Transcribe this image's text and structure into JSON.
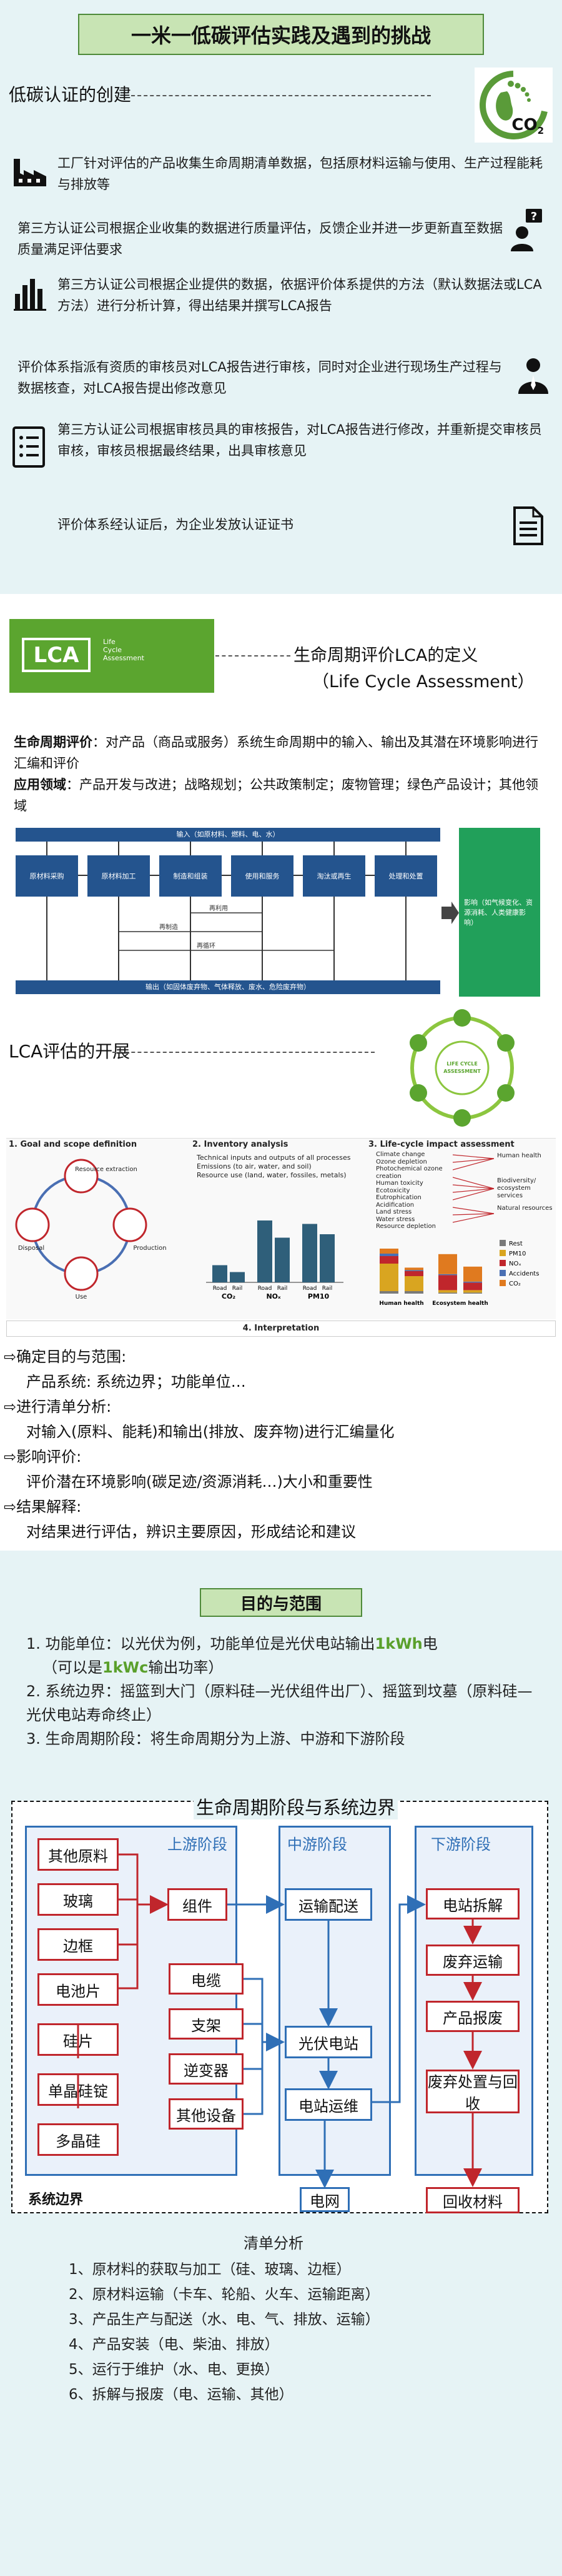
{
  "banner_title": "一米一低碳评估实践及遇到的挑战",
  "creation": {
    "heading": "低碳认证的创建",
    "logo_text": "CO",
    "logo_sub": "2",
    "paragraphs": [
      "工厂针对评估的产品收集生命周期清单数据，包括原材料运输与使用、生产过程能耗与排放等",
      "第三方认证公司根据企业收集的数据进行质量评估，反馈企业并进一步更新直至数据质量满足评估要求",
      "第三方认证公司根据企业提供的数据，依据评价体系提供的方法（默认数据法或LCA方法）进行分析计算，得出结果并撰写LCA报告",
      "评价体系指派有资质的审核员对LCA报告进行审核，同时对企业进行现场生产过程与数据核查，对LCA报告提出修改意见",
      "第三方认证公司根据审核员具的审核报告，对LCA报告进行修改，并重新提交审核员审核，审核员根据最终结果，出具审核意见",
      "评价体系经认证后，为企业发放认证证书"
    ]
  },
  "definition": {
    "logo_big": "LCA",
    "logo_small": [
      "Life",
      "Cycle",
      "Assessment"
    ],
    "title": "生命周期评价LCA的定义",
    "subtitle": "（Life Cycle Assessment）",
    "term1_label": "生命周期评价",
    "term1_text": "：对产品（商品或服务）系统生命周期中的输入、输出及其潜在环境影响进行汇编和评价",
    "term2_label": "应用领域",
    "term2_text": "：产品开发与改进；战略规划；公共政策制定；废物管理；绿色产品设计；其他领域"
  },
  "flow_diagram": {
    "input_bar": "输入（如原材料、燃料、电、水）",
    "output_bar": "输出（如固体废弃物、气体释放、废水、危险废弃物）",
    "stages": [
      "原材料采购",
      "原材料加工",
      "制造和组装",
      "使用和服务",
      "淘汰或再生",
      "处理和处置"
    ],
    "small_labels": [
      "再利用",
      "再制造",
      "再循环"
    ],
    "impact": "影响（如气候变化、资源消耗、人类健康影响）"
  },
  "development": {
    "heading": "LCA评估的开展",
    "circle_label": "LIFE CYCLE ASSESSMENT",
    "panel1_title": "1. Goal and scope definition",
    "panel1_nodes": [
      "Resource extraction",
      "Production",
      "Use",
      "Disposal"
    ],
    "panel2_title": "2. Inventory analysis",
    "panel2_bullets": [
      "Technical inputs and outputs of all processes",
      "Emissions (to air, water, and soil)",
      "Resource use (land, water, fossiles, metals)"
    ],
    "panel2_groups": [
      "CO₂",
      "NOₓ",
      "PM10"
    ],
    "panel2_bar_labels": [
      "Road",
      "Rail"
    ],
    "panel3_title": "3. Life-cycle impact assessment",
    "panel3_midpoints": [
      "Climate change",
      "Ozone depletion",
      "Photochemical ozone creation",
      "Human toxicity",
      "Ecotoxicity",
      "Eutrophication",
      "Acidification",
      "Land stress",
      "Water stress",
      "Resource depletion"
    ],
    "panel3_endpoints": [
      "Human health",
      "Biodiversity/ ecosystem services",
      "Natural resources"
    ],
    "panel3_legend": [
      "Rest",
      "PM10",
      "NOₓ",
      "Accidents",
      "CO₂"
    ],
    "panel3_groups": [
      "Human health",
      "Ecosystem health"
    ],
    "interpretation": "4. Interpretation",
    "steps": [
      {
        "head": "⇨确定目的与范围:",
        "body": "产品系统: 系统边界；功能单位…"
      },
      {
        "head": "⇨进行清单分析:",
        "body": "对输入(原料、能耗)和输出(排放、废弃物)进行汇编量化"
      },
      {
        "head": "⇨影响评价:",
        "body": "评价潜在环境影响(碳足迹/资源消耗…)大小和重要性"
      },
      {
        "head": "⇨结果解释:",
        "body": "对结果进行评估，辨识主要原因，形成结论和建议"
      }
    ]
  },
  "purpose": {
    "title": "目的与范围",
    "items": [
      {
        "pre": "1. 功能单位：以光伏为例，功能单位是光伏电站输出",
        "hl": "1kWh",
        "post": "电",
        "line2_pre": "（可以是",
        "line2_hl": "1kWc",
        "line2_post": "输出功率）"
      },
      {
        "text": "2. 系统边界：摇篮到大门（原料硅—光伏组件出厂）、摇篮到坟墓（原料硅—光伏电站寿命终止）"
      },
      {
        "text": "3. 生命周期阶段：将生命周期分为上游、中游和下游阶段"
      }
    ]
  },
  "system": {
    "title": "生命周期阶段与系统边界",
    "upstream": "上游阶段",
    "midstream": "中游阶段",
    "downstream": "下游阶段",
    "up_items": [
      "其他原料",
      "玻璃",
      "边框",
      "电池片",
      "硅片",
      "单晶硅锭",
      "多晶硅"
    ],
    "component": "组件",
    "transport": "运输配送",
    "mid_items": [
      "电缆",
      "支架",
      "逆变器",
      "其他设备"
    ],
    "pv_station": "光伏电站",
    "om": "电站运维",
    "grid": "电网",
    "down_items": [
      "电站拆解",
      "废弃运输",
      "产品报废",
      "废弃处置与回收"
    ],
    "recycle": "回收材料",
    "boundary_label": "系统边界"
  },
  "inventory": {
    "title": "清单分析",
    "items": [
      "1、原材料的获取与加工（硅、玻璃、边框）",
      "2、原材料运输（卡车、轮船、火车、运输距离）",
      "3、产品生产与配送（水、电、气、排放、运输）",
      "4、产品安装（电、柴油、排放）",
      "5、运行于维护（水、电、更换）",
      "6、拆解与报废（电、运输、其他）"
    ]
  },
  "colors": {
    "green": "#5ba52f",
    "blue": "#2f6fb6",
    "red": "#c0262c",
    "navy": "#24548e",
    "bg": "#e6f3f5"
  }
}
